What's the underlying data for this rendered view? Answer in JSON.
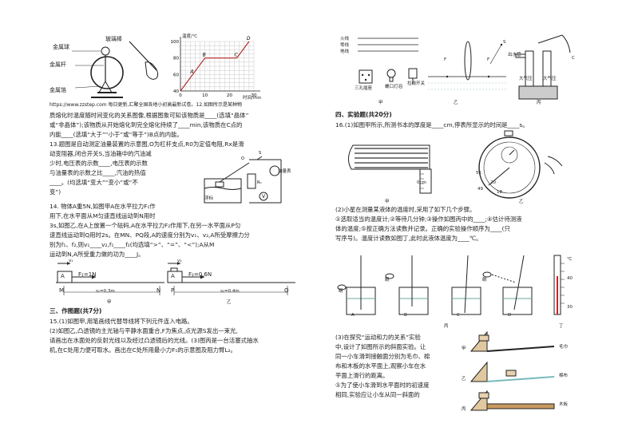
{
  "fig_electroscope": {
    "ball": "金属球",
    "rod": "玻璃棒",
    "pole": "金属杆",
    "foil": "金属箔"
  },
  "fig_temp_graph": {
    "ylabel": "温度/℃",
    "xlabel": "时间/min",
    "points": [
      "A",
      "B",
      "C",
      "D"
    ]
  },
  "chart_data": {
    "type": "line",
    "title": "",
    "xlabel": "时间/min",
    "ylabel": "温度/℃",
    "xlim": [
      0,
      30
    ],
    "ylim": [
      40,
      100
    ],
    "x_ticks": [
      0,
      10,
      20,
      30
    ],
    "y_ticks": [
      40,
      60,
      80,
      100
    ],
    "grid": true,
    "series": [
      {
        "x": [
          0,
          5,
          10,
          18,
          23,
          28
        ],
        "y": [
          40,
          60,
          80,
          80,
          80,
          100
        ],
        "points": [
          "",
          "A",
          "B",
          "",
          "C",
          "D"
        ]
      }
    ]
  },
  "left_col": {
    "l1": "https://www.zzstep.com  每日更新,汇聚全国各地小初高最新试卷。12.如图所示是某种物",
    "l2": "质熔化时温度随时间变化的关系图像,根据图象可知该物质是____(选填“晶体”",
    "l3": "或“非晶体”);该物质从开始熔化到完全熔化持续了____min,该物质在C点的",
    "l4": "内能____(选填“大于”“小于”或“等于”)B点的内能。",
    "q13_1": "13.题图是自动测定油量装置的示意图,O为杠杆支点,R0为定值电阻,Rx是滑",
    "q13_2": "动变阻器,闭合开关S,当油箱中的汽油减",
    "q13_3": "少时,电压表的示数____,电压表的示数",
    "q13_4": "与油量表的示数之比____,汽油的热值",
    "q13_5": "____。(均选填“变大”“变小”或“不",
    "q13_6": "变”)",
    "q14_1": "14. 物体A重5N,如图甲A在水平拉力F₁作",
    "q14_2": "用下,在水平面从M匀速直线运动到N用时",
    "q14_3": "3s,如图乙,在A上放置一个砝码,A在水平拉力F₂作用下,在另一水平面从P匀",
    "q14_4": "速直线运动到Q用时2s。在MN、PQ段,A的速度分别为v₁、v₂,A所受摩擦力分",
    "q14_5": "别为f₁、f₂,则v₁____v₂,f₁____f₂(均选填“>”、“=”、“<”);A从M",
    "q14_6": "运动到N,A所受重力做的功为____J。",
    "sec3": "三、作图题(共7分)",
    "q15_1": "15.(1)如图甲,用笔画线代替导线将下列元件连入电路。",
    "q15_2": "(2)如图乙,凸透镜的主光轴与平静水面重合,F为焦点,点光源S发出一束光,",
    "q15_3": "请画出在水面处的反射光线以及经过凸透镜后的光线。(3)图丙是一台活塞式抽水",
    "q15_4": "机,在C处用力便可取水。画出在C处所用最小力F₁的示意图及阻力臂L₂。"
  },
  "fig_oil": {
    "meter": "油量表",
    "float": "浮标"
  },
  "fig_motion": {
    "v1": "v₁",
    "f1": "F₁=1N",
    "m": "M",
    "n": "N",
    "s1": "s₁=0.3m",
    "jia": "甲",
    "v2": "v₂",
    "f2": "F₂=0.6N",
    "p": "P",
    "q": "Q",
    "s2": "s₂=0.4m",
    "yi": "乙",
    "a": "A"
  },
  "fig_q15": {
    "fire": "火线",
    "zero": "零线",
    "ground": "地线",
    "socket": "三孔插座",
    "bulb": "螺口灯泡",
    "switch": "拉线开关",
    "jia": "甲",
    "yi": "乙",
    "bing": "丙",
    "F": "F",
    "S": "S",
    "spout": "出水管",
    "air1": "大气压",
    "air2": "大气压",
    "c": "C"
  },
  "right_col": {
    "sec4": "四、实验题(共20分)",
    "q16_1": "16.(1)如图甲所示,所测书本的厚度是____cm,停表所显示的时间是____s。",
    "q16_2a": "(2)小星在测量某液体的温度时,采用了如下几个步骤。",
    "q16_2b": "①选取适当的温度计;②等待几分钟;③操作如图丙中的____;④估计待测液",
    "q16_2c": "体的温度;⑤按正确方法读数并记录。正确的实验操作顺序为____(只",
    "q16_2d": "写序号)。温度计读数如图丁,此时此液体温度为____℃。",
    "q16_3a": "(3)在探究“运动和力的关系”实验",
    "q16_3b": "中,设计了如图所示的斜面实验。让",
    "q16_3c": "同一小车滑到接触面分别为毛巾、棉",
    "q16_3d": "布和木板的水平面上,观察小车在水",
    "q16_3e": "平面上滑行的距离。",
    "q16_3f": "①为了使小车滑到水平面时的初速度",
    "q16_3g": "相同,实验应让小车从同一斜面的"
  },
  "fig_book": {
    "jia": "甲",
    "yi": "乙",
    "unit": "0cm",
    "dial": [
      "51",
      "20",
      "49",
      "18"
    ]
  },
  "fig_thermo": {
    "labels": [
      "A",
      "B",
      "C",
      "D"
    ],
    "eye": "眼",
    "bing": "丙",
    "ding": "丁",
    "t1": "℃",
    "t2": "40",
    "t3": "30"
  },
  "fig_surfaces": {
    "jia": "甲",
    "yi": "乙",
    "bing": "丙",
    "s1": "毛巾",
    "s2": "棉布",
    "s3": "木板"
  },
  "colors": {
    "ink": "#222222",
    "curve": "#b02020",
    "grid": "#bbbbbb"
  }
}
